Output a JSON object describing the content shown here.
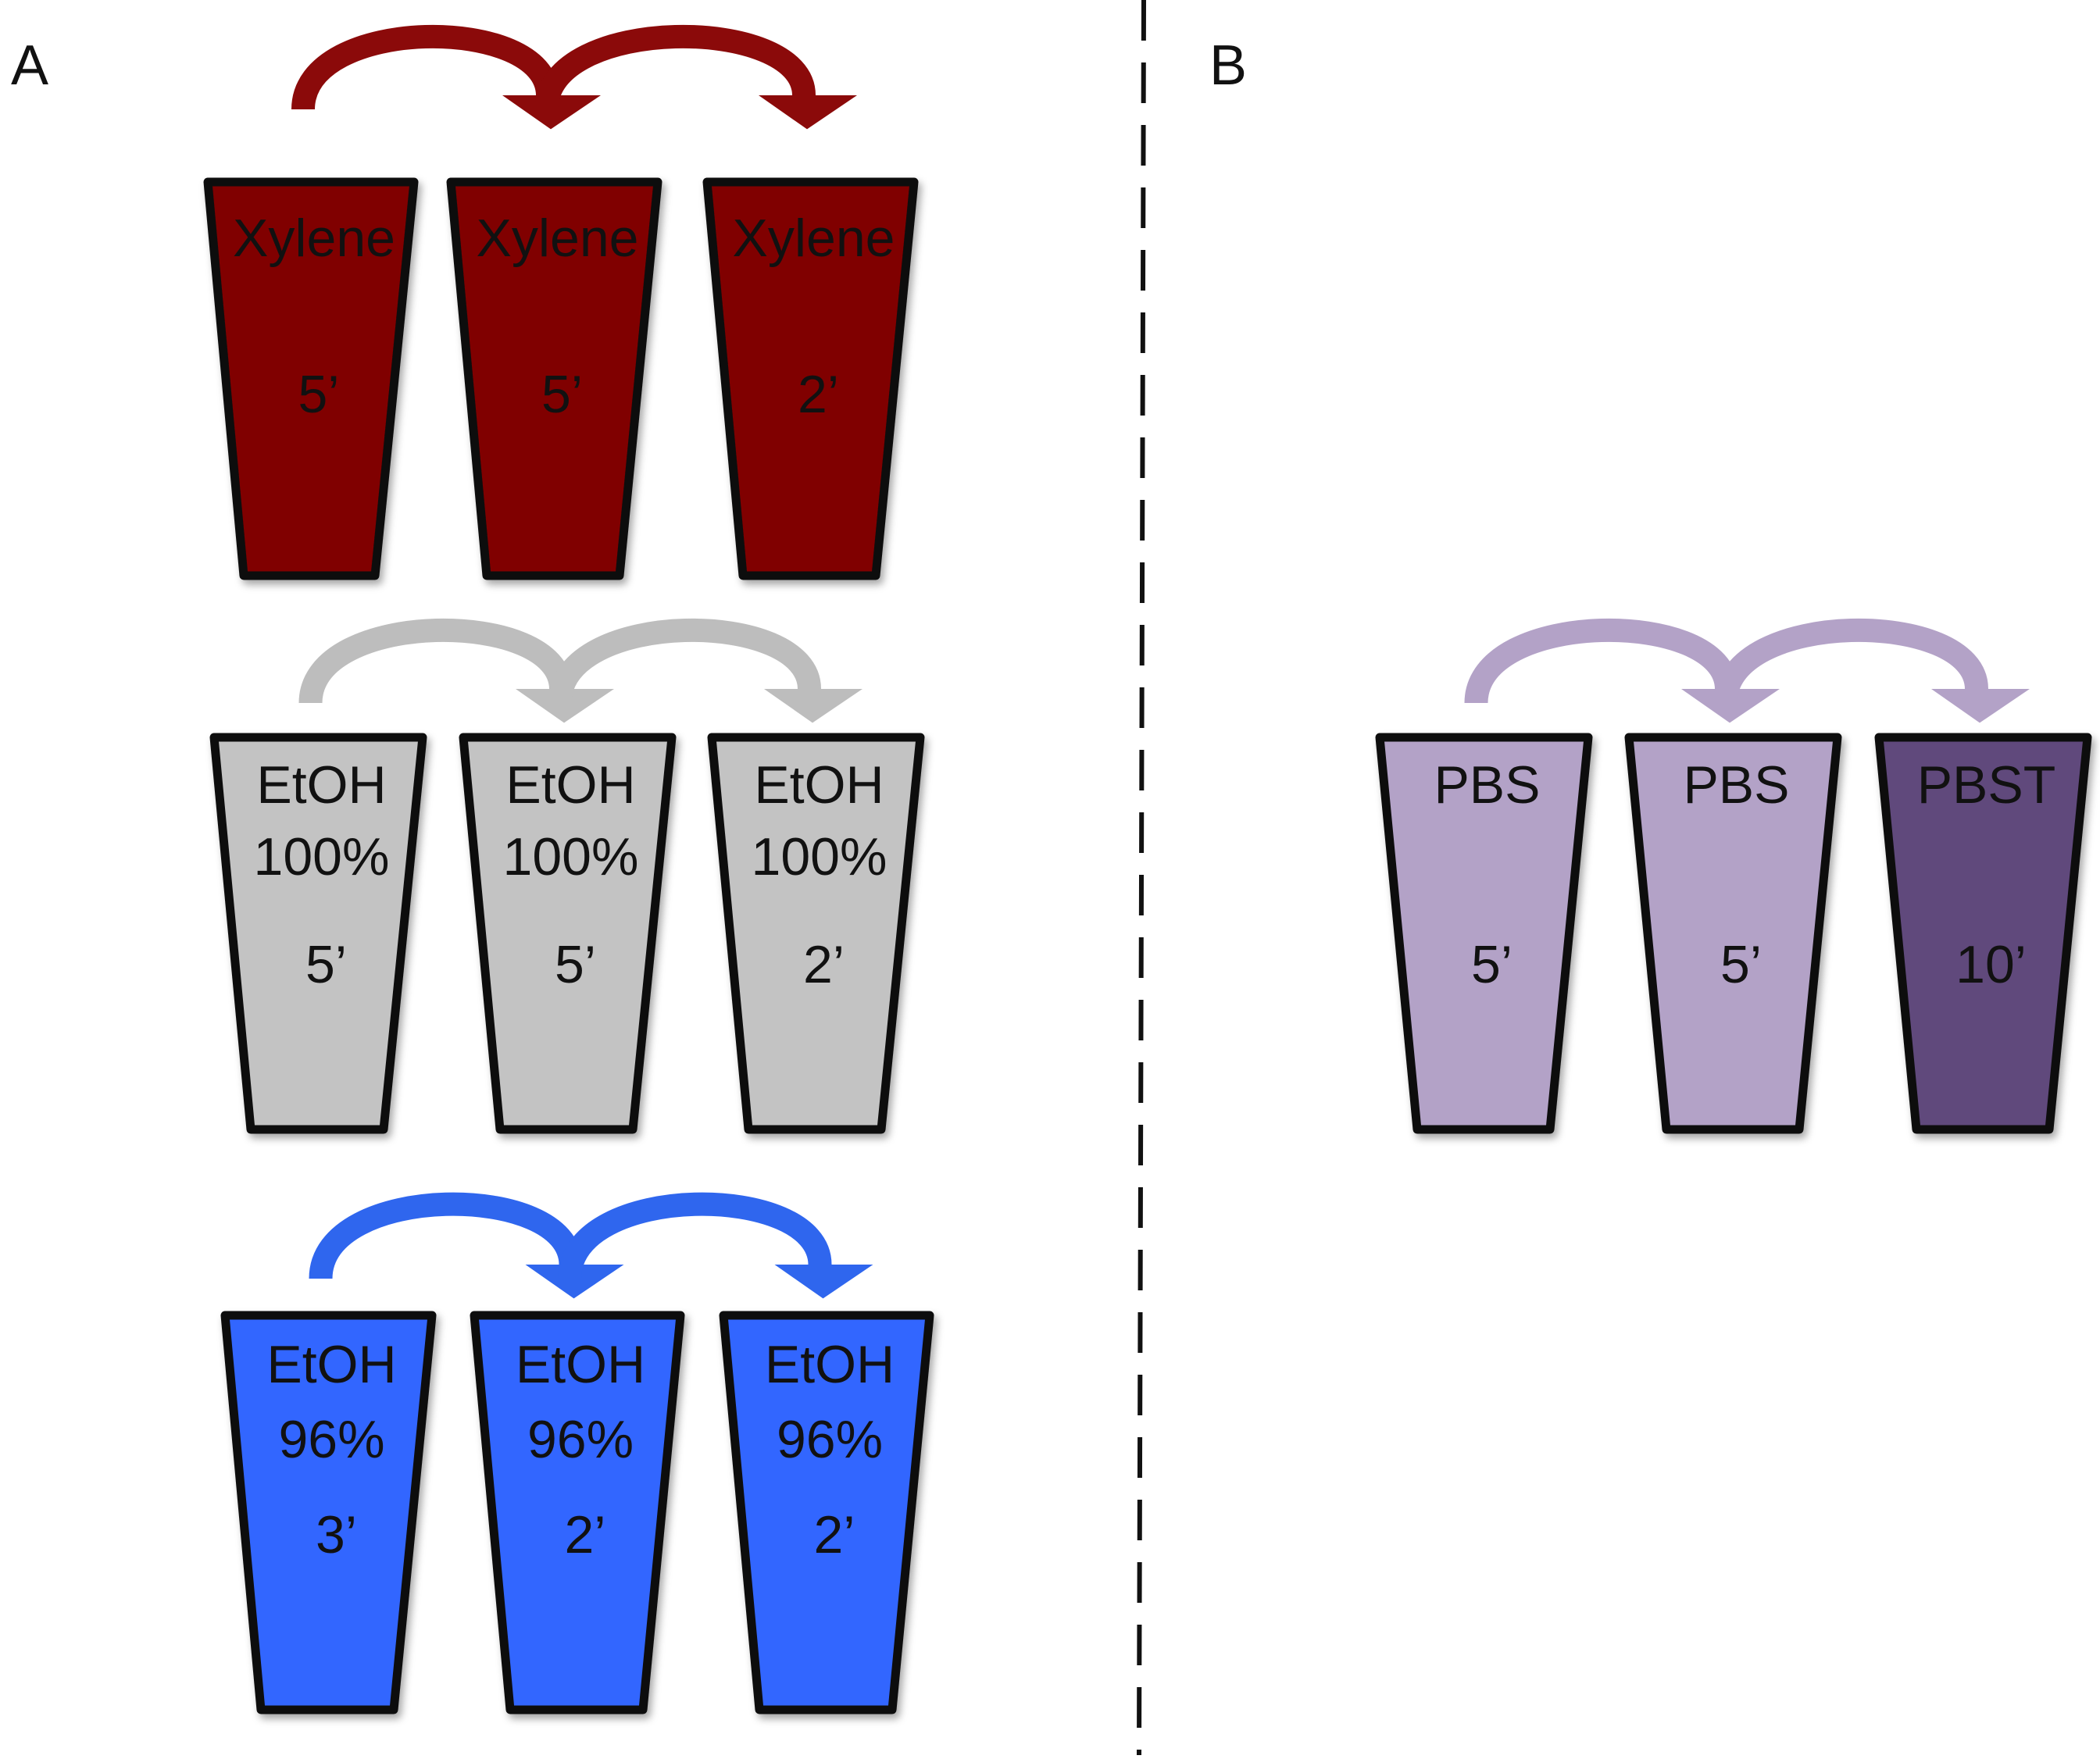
{
  "panels": {
    "a_label": "A",
    "b_label": "B"
  },
  "colors": {
    "xylene": "#800000",
    "ethanol_100": "#c3c3c3",
    "ethanol_96": "#3366ff",
    "pbs": "#b3a2c7",
    "pbst": "#604a7b",
    "arrow_xylene": "#8b0a0a",
    "arrow_ethanol_100": "#bdbdbd",
    "arrow_ethanol_96": "#2f66ee",
    "arrow_pbs": "#b3a2c7",
    "outline": "#0d0d0d",
    "divider": "#111111"
  },
  "rows": [
    {
      "id": "xylene",
      "beakers": [
        {
          "lines": [
            "Xylene"
          ],
          "time": "5’"
        },
        {
          "lines": [
            "Xylene"
          ],
          "time": "5’"
        },
        {
          "lines": [
            "Xylene"
          ],
          "time": "2’"
        }
      ]
    },
    {
      "id": "ethanol-100",
      "beakers": [
        {
          "lines": [
            "EtOH",
            "100%"
          ],
          "time": "5’"
        },
        {
          "lines": [
            "EtOH",
            "100%"
          ],
          "time": "5’"
        },
        {
          "lines": [
            "EtOH",
            "100%"
          ],
          "time": "2’"
        }
      ]
    },
    {
      "id": "ethanol-96",
      "beakers": [
        {
          "lines": [
            "EtOH",
            "96%"
          ],
          "time": "3’"
        },
        {
          "lines": [
            "EtOH",
            "96%"
          ],
          "time": "2’"
        },
        {
          "lines": [
            "EtOH",
            "96%"
          ],
          "time": "2’"
        }
      ]
    },
    {
      "id": "pbs-wash",
      "beakers": [
        {
          "lines": [
            "PBS"
          ],
          "time": "5’"
        },
        {
          "lines": [
            "PBS"
          ],
          "time": "5’"
        },
        {
          "lines": [
            "PBST"
          ],
          "time": "10’"
        }
      ]
    }
  ]
}
